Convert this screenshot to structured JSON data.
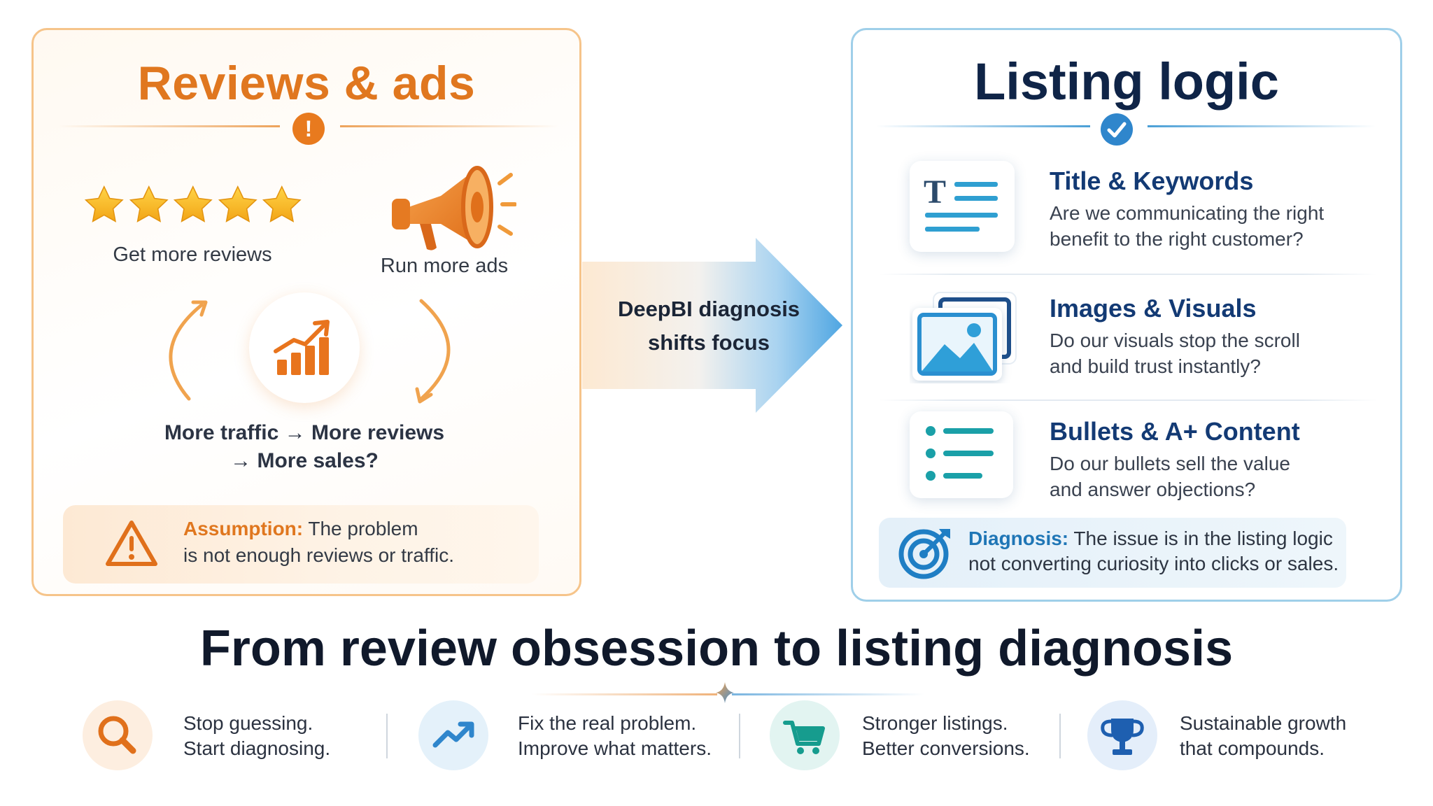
{
  "left_panel": {
    "title": "Reviews & ads",
    "warning_symbol": "!",
    "get_reviews_label": "Get more reviews",
    "run_ads_label": "Run more ads",
    "flow_line1": "More traffic → More reviews",
    "flow_line2": "→ More sales?",
    "assumption_label": "Assumption:",
    "assumption_line1_rest": " The problem",
    "assumption_line2": "is not enough reviews or traffic.",
    "accent_color": "#e0771f"
  },
  "center": {
    "line1": "DeepBI diagnosis",
    "line2": "shifts focus"
  },
  "right_panel": {
    "title": "Listing logic",
    "items": [
      {
        "title": "Title & Keywords",
        "desc1": "Are we communicating the right",
        "desc2": "benefit to the right customer?",
        "icon": "title-text-icon"
      },
      {
        "title": "Images & Visuals",
        "desc1": "Do our visuals stop the scroll",
        "desc2": "and build trust instantly?",
        "icon": "image-gallery-icon"
      },
      {
        "title": "Bullets & A+ Content",
        "desc1": "Do our bullets sell the value",
        "desc2": "and answer objections?",
        "icon": "bullet-list-icon"
      }
    ],
    "diagnosis_label": "Diagnosis:",
    "diagnosis_line1_rest": " The issue is in the listing logic",
    "diagnosis_line2": "not converting curiosity into clicks or sales.",
    "accent_color": "#133a74"
  },
  "main_title": "From review obsession to listing diagnosis",
  "benefits": [
    {
      "line1": "Stop guessing.",
      "line2": "Start diagnosing.",
      "icon": "search-icon"
    },
    {
      "line1": "Fix the real problem.",
      "line2": "Improve what matters.",
      "icon": "trend-up-icon"
    },
    {
      "line1": "Stronger listings.",
      "line2": "Better conversions.",
      "icon": "cart-icon"
    },
    {
      "line1": "Sustainable growth",
      "line2": "that compounds.",
      "icon": "trophy-icon"
    }
  ]
}
